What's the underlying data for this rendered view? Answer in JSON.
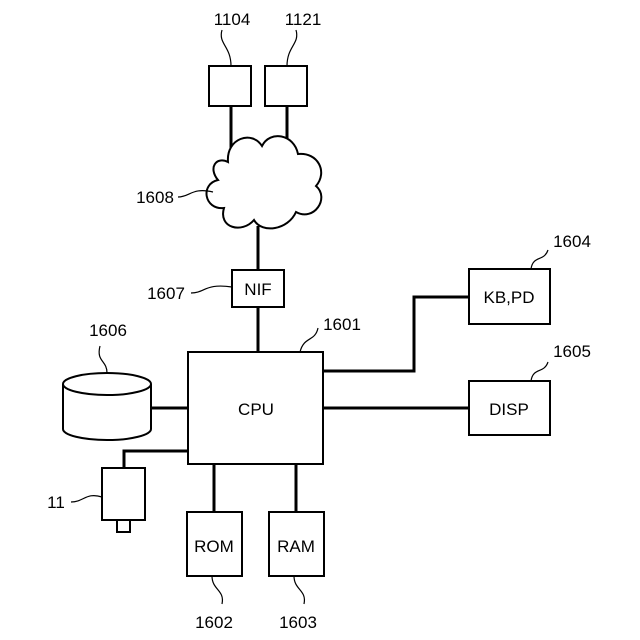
{
  "blocks": {
    "cpu": {
      "label": "CPU",
      "ref": "1601"
    },
    "rom": {
      "label": "ROM",
      "ref": "1602"
    },
    "ram": {
      "label": "RAM",
      "ref": "1603"
    },
    "kbpd": {
      "label": "KB,PD",
      "ref": "1604"
    },
    "disp": {
      "label": "DISP",
      "ref": "1605"
    },
    "storage": {
      "ref": "1606"
    },
    "nif": {
      "label": "NIF",
      "ref": "1607"
    },
    "network": {
      "ref": "1608"
    },
    "camera": {
      "ref": "11"
    },
    "device_a": {
      "ref": "1104"
    },
    "device_b": {
      "ref": "1121"
    }
  }
}
